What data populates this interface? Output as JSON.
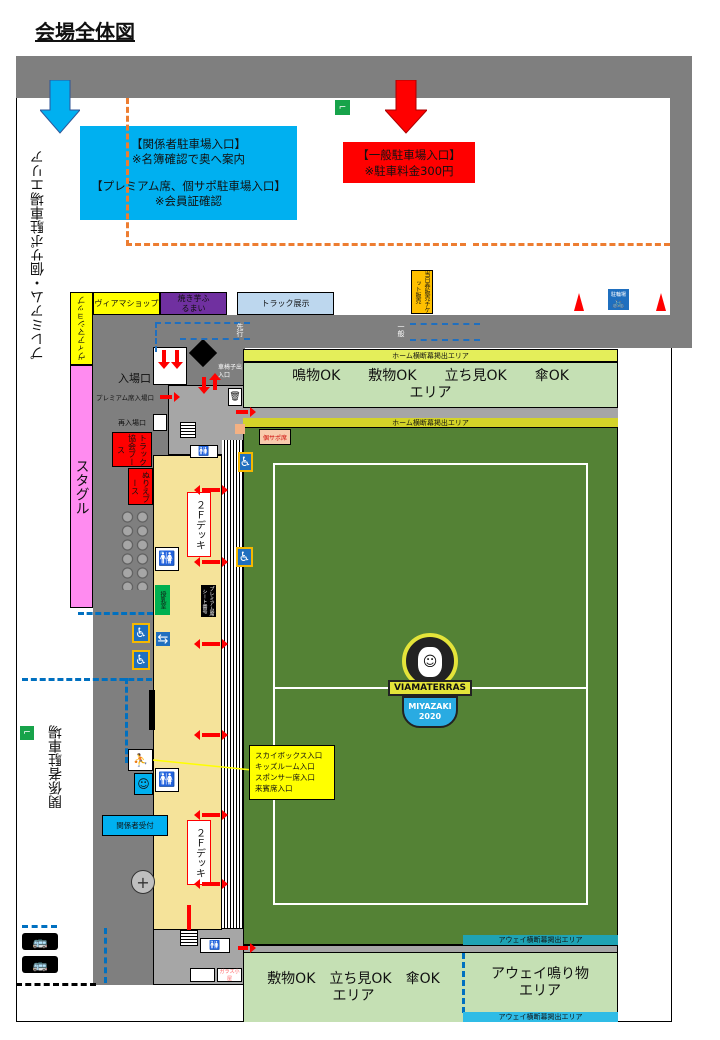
{
  "title": "会場全体図",
  "parking": {
    "staff_box": {
      "line1": "【関係者駐車場入口】",
      "line2": "※名簿確認で奥へ案内",
      "line3": "【プレミアム席、個サポ駐車場入口】",
      "line4": "※会員証確認"
    },
    "general_box": {
      "line1": "【一般駐車場入口】",
      "line2": "※駐車料金300円"
    },
    "premium_area": "プレミアム・個サポ駐車場エリア",
    "staff_area": "関係者駐車場"
  },
  "booths": {
    "via_shop_top": "ヴィアマショップ",
    "via_shop_side": "ヴィアマショップ",
    "imo": "焼き芋ふるまい",
    "truck": "トラック展示",
    "ticket": "当日券販売チケット販売",
    "stagle": "スタグル",
    "truck_assoc": "トラック協会ブース",
    "nurie": "ぬりえブース",
    "green_sign": "授乳室",
    "black_sign": "プレミアム席シート番号",
    "bottom_sign": "ガラス小屋",
    "pink_sign": "個サポ席"
  },
  "labels": {
    "senko": "先行",
    "ippan": "一般",
    "entrance": "入場口",
    "premium_entrance": "プレミアム席入場口",
    "reentry": "再入場口",
    "exit": "車椅子出入口",
    "deck1": "２Ｆデッキ",
    "deck2": "２Ｆデッキ",
    "staff_reception": "関係者受付",
    "callout": [
      "スカイボックス入口",
      "キッズルーム入口",
      "スポンサー席入口",
      "来賓席入口"
    ],
    "bike": "駐輪場"
  },
  "stands": {
    "home_banner_top": "ホーム横断幕掲出エリア",
    "home_banner_bottom": "ホーム横断幕掲出エリア",
    "home_line1": "鳴物OK　　敷物OK　　立ち見OK　　傘OK",
    "home_line2": "エリア",
    "away_banner_top": "アウェイ横断幕掲出エリア",
    "away_banner_bottom": "アウェイ横断幕掲出エリア",
    "away_general_line1": "敷物OK　立ち見OK　傘OK",
    "away_general_line2": "エリア",
    "away_noise_line1": "アウェイ鳴り物",
    "away_noise_line2": "エリア"
  },
  "logo": {
    "name": "VIAMATERRAS",
    "sub": "MIYAZAKI",
    "year": "2020"
  },
  "colors": {
    "road": "#7f7f7f",
    "pitch": "#548235",
    "stand": "#c5e0b4",
    "deck": "#f5e39a",
    "info": "#00b0f0",
    "general": "#ff0000"
  }
}
